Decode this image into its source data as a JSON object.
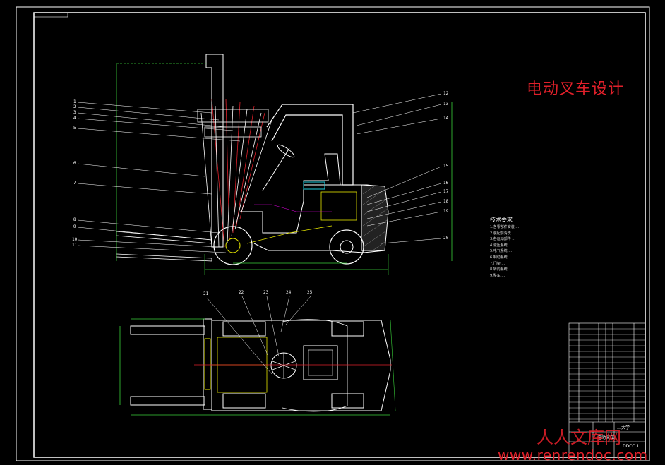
{
  "title": "电动叉车设计",
  "watermark": {
    "cn": "人人文库网",
    "url": "www.renrendoc.com"
  },
  "tech_requirements": {
    "title": "技术要求",
    "items": [
      "1.各零部件安装 ...",
      "2.装配前清洗 ...",
      "3.各运动部件 ...",
      "4.液压系统 ...",
      "5.电气系统 ...",
      "6.制动系统 ...",
      "7.门架 ...",
      "8.转向系统 ...",
      "9.整车 ..."
    ]
  },
  "part_numbers_side": [
    "1",
    "2",
    "3",
    "4",
    "5",
    "6",
    "7",
    "8",
    "9",
    "10",
    "11",
    "12",
    "13",
    "14",
    "15",
    "16",
    "17",
    "18",
    "19",
    "20"
  ],
  "part_numbers_top": [
    "21",
    "22",
    "23",
    "24",
    "25"
  ],
  "title_block": {
    "name": "电动叉车",
    "school": "…大学",
    "drawing_no": "DDCC.1"
  },
  "colors": {
    "background": "#000000",
    "line": "#ffffff",
    "red": "#e0202a",
    "green": "#3ad13a",
    "yellow": "#e8e800",
    "cyan": "#22d0e0",
    "magenta": "#e000e0"
  }
}
